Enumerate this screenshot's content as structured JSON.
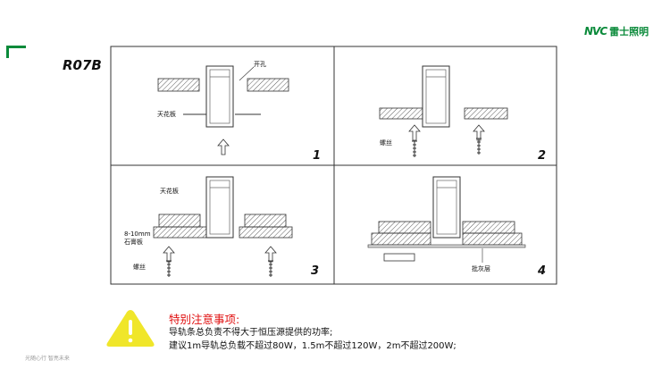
{
  "brand": {
    "mark": "NVC",
    "name": "雷士照明"
  },
  "model": "R07B",
  "panels": [
    {
      "number": "1",
      "labels": {
        "hole": "开孔",
        "ceiling": "天花板"
      }
    },
    {
      "number": "2",
      "labels": {
        "screw": "螺丝"
      }
    },
    {
      "number": "3",
      "labels": {
        "ceiling": "天花板",
        "gypsum_thickness": "8-10mm",
        "gypsum": "石膏板",
        "screw": "螺丝"
      }
    },
    {
      "number": "4",
      "labels": {
        "putty": "批灰层"
      }
    }
  ],
  "notice": {
    "title": "特别注意事项:",
    "lines": [
      "导轨条总负责不得大于恒压源提供的功率;",
      "建议1m导轨总负载不超过80W，1.5m不超过120W，2m不超过200W;"
    ]
  },
  "footer": "光随心行  智亮未来",
  "colors": {
    "brand": "#0a8a3a",
    "warning": "#f0e62a",
    "title": "#e01010"
  }
}
